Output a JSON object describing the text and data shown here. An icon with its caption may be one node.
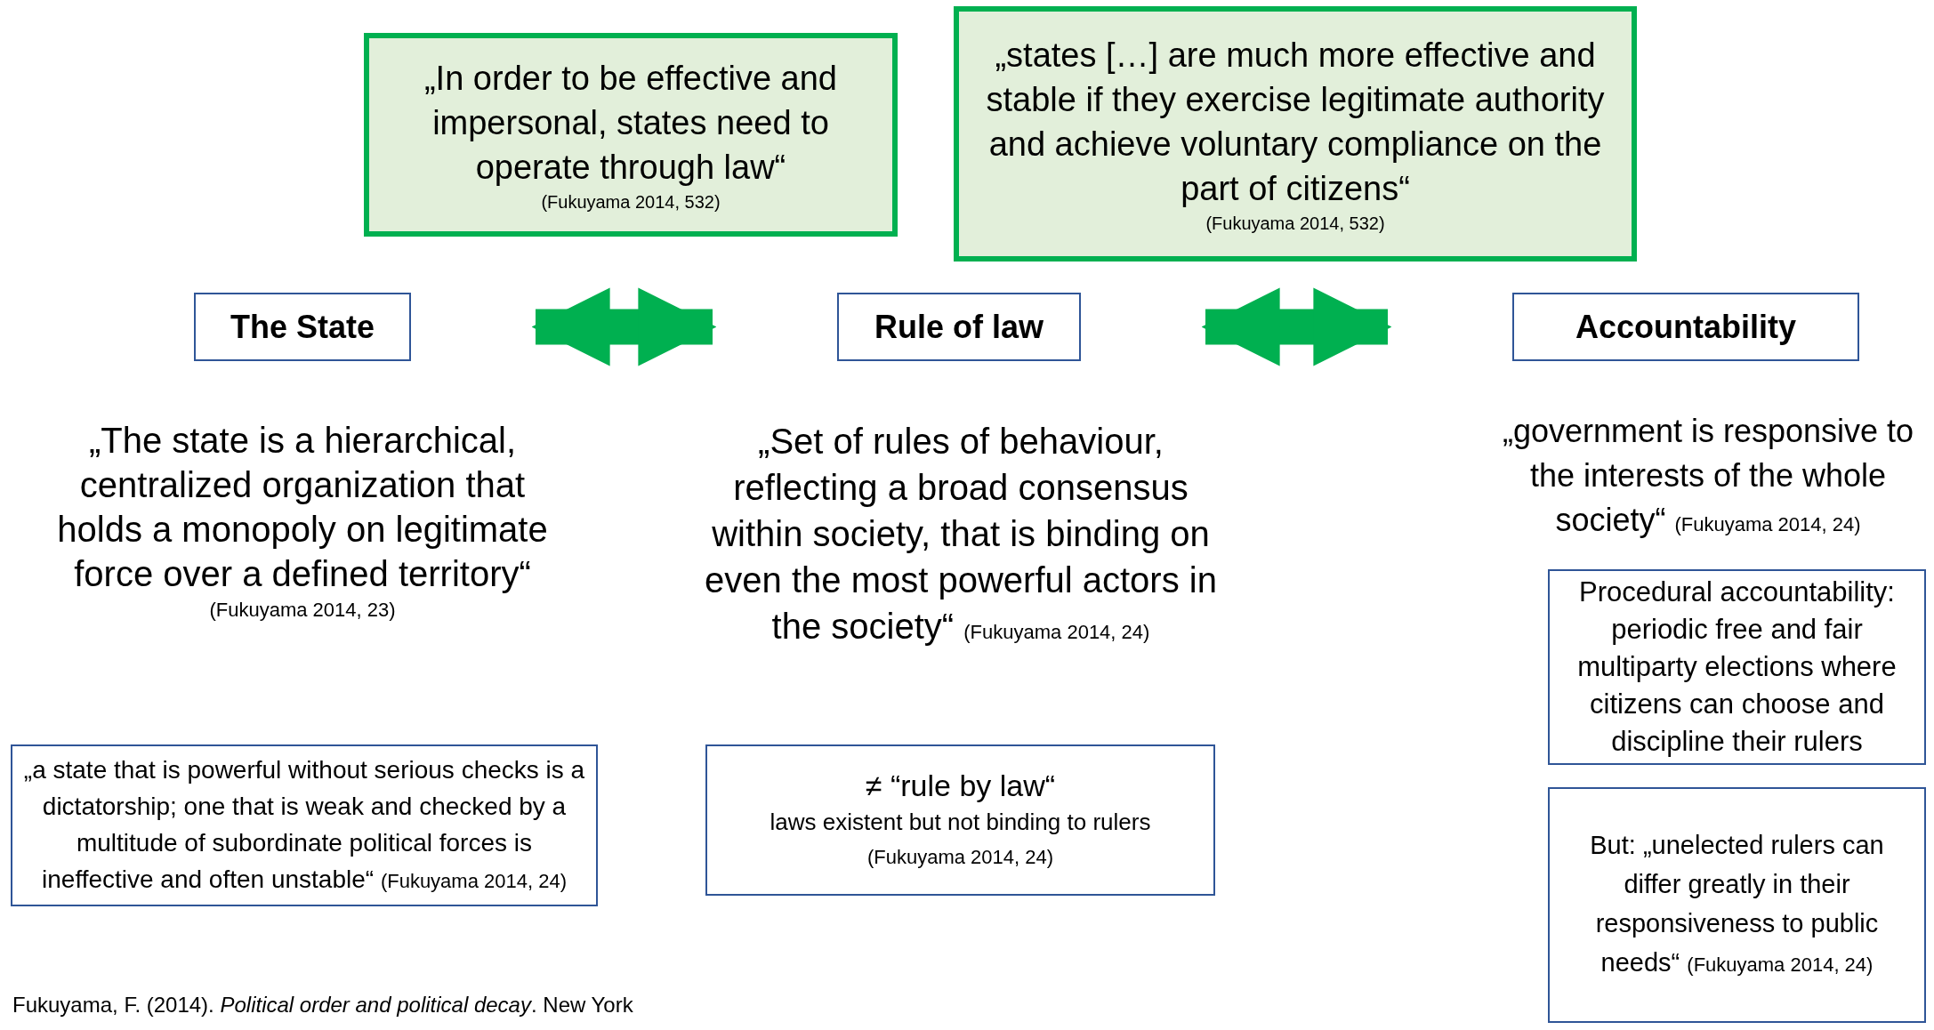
{
  "diagram": {
    "nodes": [
      {
        "text": [
          "„In order to be effective and impersonal, states need to operate through law“",
          "(Fukuyama 2014, 532)"
        ]
      },
      {
        "text": [
          "„states […] are much more effective and stable if they exercise legitimate authority and achieve voluntary compliance on the part of citizens“",
          "(Fukuyama 2014, 532)"
        ]
      },
      {
        "text": [
          "The State"
        ]
      },
      {
        "text": [
          "Rule of law"
        ]
      },
      {
        "text": [
          "Accountability"
        ]
      },
      {
        "text": [
          "„a state that is powerful without serious checks is a dictatorship; one that is weak and checked by a multitude of subordinate political forces is ineffective and often unstable“",
          "(Fukuyama 2014, 24)"
        ]
      },
      {
        "text": [
          "≠ “rule by law“",
          "laws existent but not binding to rulers",
          "(Fukuyama 2014, 24)"
        ]
      },
      {
        "text": [
          "Procedural accountability: periodic free and fair multiparty elections where citizens can choose and discipline their rulers"
        ]
      },
      {
        "text": [
          "But: „unelected rulers can differ greatly in their responsiveness to public needs“",
          "(Fukuyama 2014, 24)"
        ]
      }
    ],
    "edges": [
      {
        "from": 2,
        "to": 3,
        "arrow": "both"
      },
      {
        "from": 3,
        "to": 4,
        "arrow": "both"
      }
    ],
    "labels": [
      "„The state is a hierarchical, centralized organization that holds a monopoly on legitimate force over a defined territory“",
      "(Fukuyama 2014, 23)",
      "„Set of rules of behaviour, reflecting a broad consensus within society, that is binding on even the most powerful actors in the society“",
      "(Fukuyama 2014, 24)",
      "„government is responsive to the interests of the whole society“",
      "(Fukuyama 2014, 24)",
      "Fukuyama, F. (2014). *Political order and political decay*. New York"
    ]
  }
}
